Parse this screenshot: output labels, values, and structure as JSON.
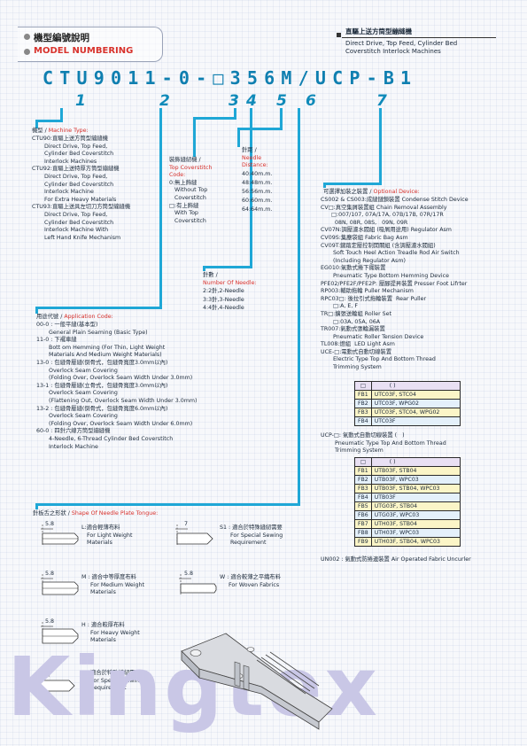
{
  "header": {
    "title_zh": "機型編號說明",
    "title_en": "MODEL NUMBERING",
    "series_zh": "直驅上送方筒型繃縫機",
    "series_en1": "Direct Drive, Top Feed, Cylinder Bed",
    "series_en2": "Coverstitch Interlock Machines"
  },
  "model_code": "CTU9011-0-□356M/UCP-B1",
  "indices": [
    "1",
    "2",
    "3",
    "4",
    "5",
    "6",
    "7"
  ],
  "machine_type": {
    "heading": "機型 / ",
    "heading_red": "Machine Type:",
    "lines": [
      "CTU90:直驅上送方筒型繃縫機",
      "       Direct Drive, Top Feed,",
      "       Cylinder Bed Coverstitch",
      "       Interlock Machines",
      "CTU92:直驅上送特厚方筒型繃縫機",
      "       Direct Drive, Top Feed,",
      "       Cylinder Bed Coverstitch",
      "       Interlock Machine",
      "       For Extra Heavy Materials",
      "CTU93:直驅上送具左切刀方筒型繃縫機",
      "       Direct Drive, Top Feed,",
      "       Cylinder Bed Coverstitch",
      "       Interlock Machine With",
      "       Left Hand Knife Mechanism"
    ]
  },
  "top_coverstitch": {
    "heading": "裝飾縫紉機 /",
    "heading_red": [
      "Top Coverstitch",
      "Code:"
    ],
    "lines": [
      "0:無上飾縫",
      "   Without Top",
      "   Coverstitch",
      "□:有上飾縫",
      "   With Top",
      "   Coverstitch"
    ]
  },
  "needle_distance": {
    "heading": "針距 /",
    "heading_red": [
      "Needle",
      "Distance:"
    ],
    "lines": [
      "40:40m.m.",
      "48:48m.m.",
      "56:56m.m.",
      "60:60m.m.",
      "64:64m.m."
    ]
  },
  "needle_number": {
    "heading": "針數 /",
    "heading_red": "Number Of Needle:",
    "lines": [
      "2:2針,2-Needle",
      "3:3針,3-Needle",
      "4:4針,4-Needle"
    ]
  },
  "application": {
    "heading": "用途代號 / ",
    "heading_red": "Application Code:",
    "lines": [
      "00-0 : 一般平縫(基本型)",
      "       General Plain Seaming (Basic Type)",
      "11-0 : 下襬車縫",
      "       Bott om Hemming (For Thin, Light Weight",
      "       Materials And Medium Weight Materials)",
      "13-0 : 包縫骨壓縫(倒骨式，包縫骨寬度3.0mm以內)",
      "       Overlock Seam Covering",
      "       (Folding Over, Overlock Seam Width Under 3.0mm)",
      "13-1 : 包縫骨壓縫(立骨式，包縫骨寬度3.0mm以內)",
      "       Overlock Seam Covering",
      "       (Flattening Out, Overlock Seam Width Under 3.0mm)",
      "13-2 : 包縫骨壓縫(倒骨式，包縫骨寬度6.0mm以內)",
      "       Overlock Seam Covering",
      "       (Folding Over, Overlock Seam Width Under 6.0mm)",
      "60-0 : 四針六線方筒型繃縫機",
      "       4-Needle, 6-Thread Cylinder Bed Coverstitch",
      "       Interlock Machine"
    ]
  },
  "optional": {
    "heading": "可選擇加裝之裝置 / ",
    "heading_red": "Optional Device:",
    "lines": [
      "CS002 & CS003:成縫鏈鎖裝置 Condense Stitch Device",
      "CV□:真空集屑裝置組 Chain Removal Assembly",
      "      □:007/107, 07A/17A, 07B/17B, 07R/17R",
      "        08N, 08R, 08S,   09N, 09R",
      "CV07N:調壓濾水閥組 (吸屑用途用) Regulator Asm",
      "CV09S:集塵袋組 Fabric Bag Asm",
      "CV09T:鍵踏定壓控制開關組 (含調壓濾水閥組)",
      "       Soft Touch Heel Action Treadle Rod Air Switch",
      "       (Including Regulator Asm)",
      "EG010:氣動式捲下擺裝置",
      "       Pneumatic Type Bottom Hemming Device",
      "PFE02/PFE2F/PFE2P: 壓腳提昇裝置 Presser Foot Lifrter",
      "RP003:輔助拖輪 Puller Mechanism",
      "RPC03□: 後拉引式拖輪裝置  Rear Puller",
      "       □:A, E, F",
      "TR□:擴張送輪組 Roller Set",
      "       □:03A, 05A, 06A",
      "TR007:氣動式張輪漏裝置",
      "       Pneumatic Roller Tension Device",
      "TL008:燈組  LED Light Asm",
      "UCE-□:電動式自動切線裝置",
      "       Electric Type Top And Bottom Thread",
      "       Trimming System"
    ],
    "uce_table_header": [
      "□",
      "(   )"
    ],
    "uce_rows": [
      [
        "FB1",
        "UTC03F, STC04"
      ],
      [
        "FB2",
        "UTC03F, WPG02"
      ],
      [
        "FB3",
        "UTC03F, STC04, WPG02"
      ],
      [
        "FB4",
        "UTC03F"
      ]
    ],
    "ucp_lines": [
      "UCP-□: 氣動式自動切線裝置 (   )",
      "        Pneumatic Type Top And Bottom Thread",
      "        Trimming System"
    ],
    "ucp_table_header": [
      "□",
      "(   )"
    ],
    "ucp_rows": [
      [
        "FB1",
        "UTB03F, STB04"
      ],
      [
        "FB2",
        "UTB03F, WPC03"
      ],
      [
        "FB3",
        "UTB03F, STB04, WPC03"
      ],
      [
        "FB4",
        "UTB03F"
      ],
      [
        "FB5",
        "UTG03F, STB04"
      ],
      [
        "FB6",
        "UTG03F, WPC03"
      ],
      [
        "FB7",
        "UTH03F, STB04"
      ],
      [
        "FB8",
        "UTH03F, WPC03"
      ],
      [
        "FB9",
        "UTH03F, STB04, WPC03"
      ]
    ],
    "un002": "UN002 : 氣動式防捲邊裝置 Air Operated Fabric Uncurler",
    "colors": {
      "table_bg_a": "#fbf5c7",
      "table_bg_b": "#e4f0fa",
      "table_head": "#e9e0f3"
    }
  },
  "needle_plate": {
    "heading": "針板舌之形狀 / ",
    "heading_red": "Shape Of Needle Plate Tongue:",
    "dim_58": "5.8",
    "dim_7": "7",
    "items": {
      "L": [
        "L:適合輕薄布料",
        "   For Light Weight",
        "   Materials"
      ],
      "S1": [
        "S1 : 適合於特殊縫紉需要",
        "      For Special Sewing",
        "      Requirement"
      ],
      "M": [
        "M : 適合中等厚度布料",
        "     For Medium Weight",
        "     Materials"
      ],
      "W": [
        "W : 適合較薄之平織布料",
        "     For Woven Fabrics"
      ],
      "H": [
        "H : 適合較厚布料",
        "     For Heavy Weight",
        "     Materials"
      ],
      "S": [
        "S : 適合於特殊縫紉需要",
        "     For Special Sewing",
        "     Requirement"
      ]
    }
  },
  "brand": "Kingtex"
}
